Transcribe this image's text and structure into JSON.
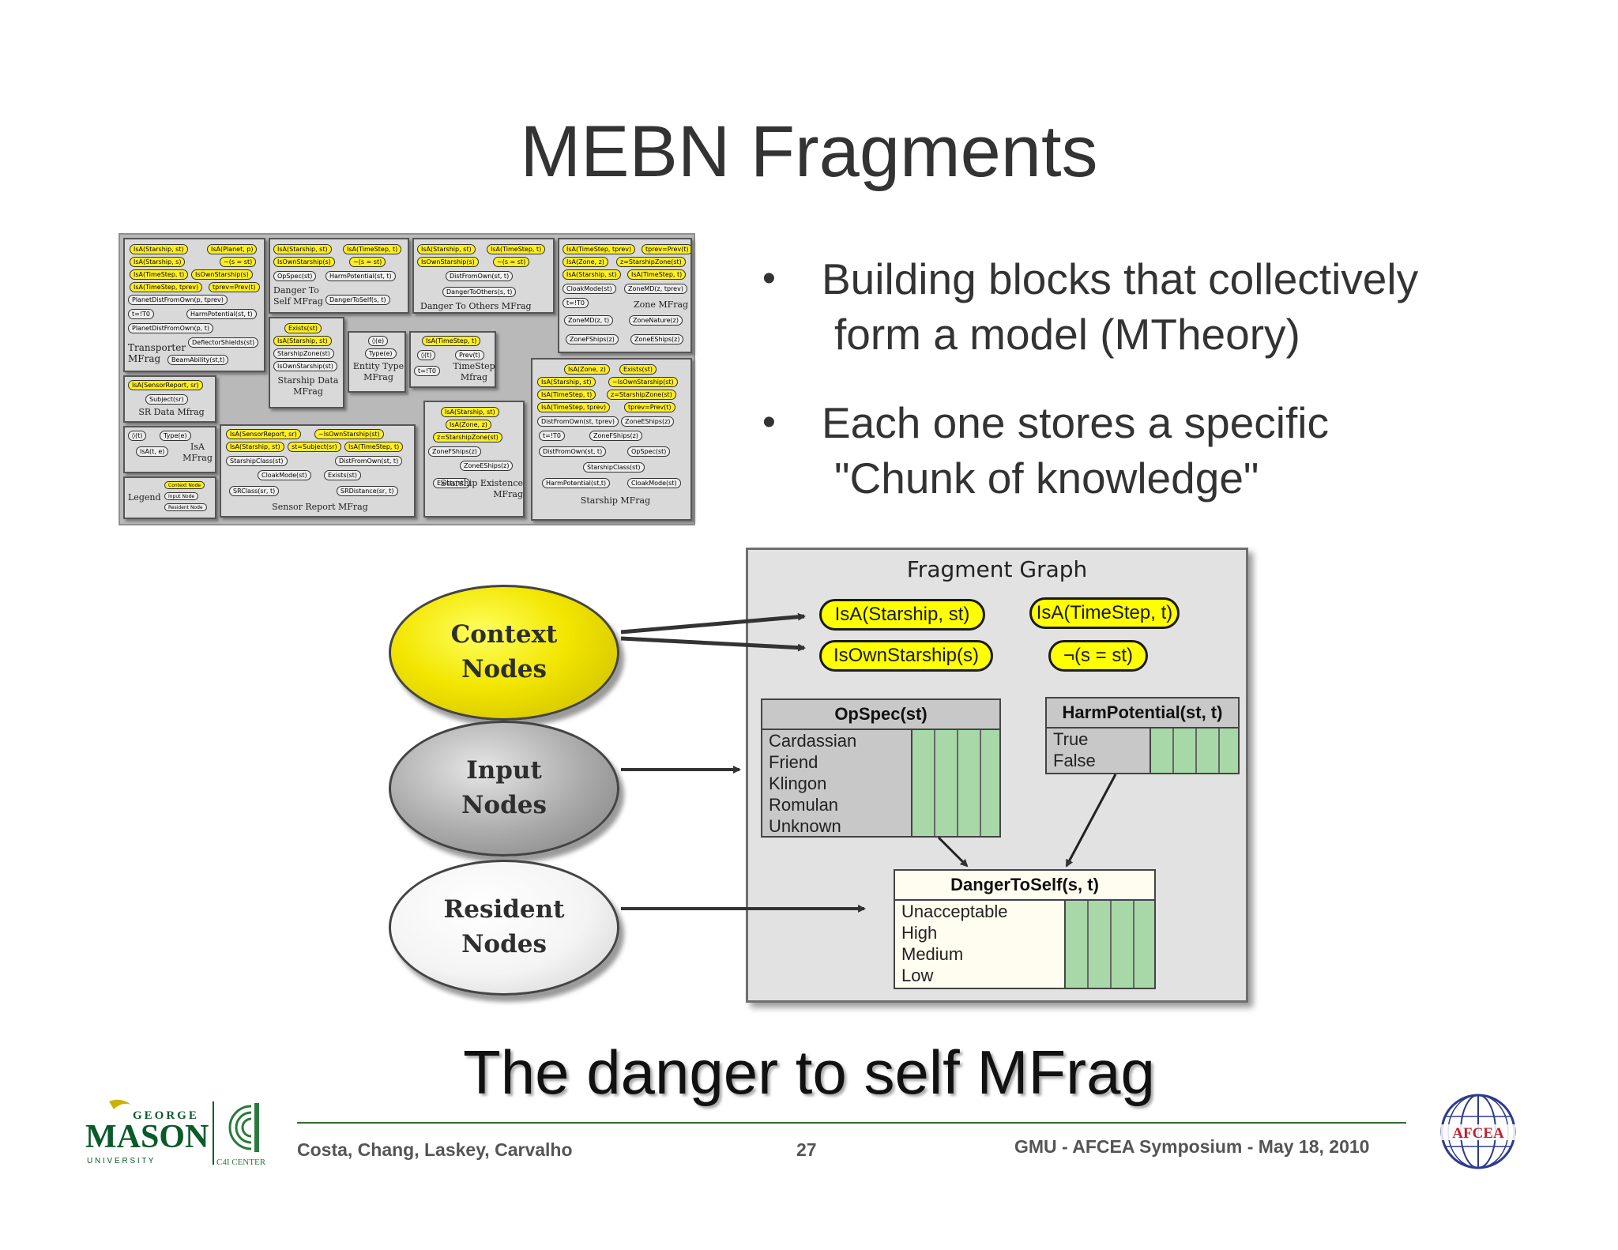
{
  "title": "MEBN Fragments",
  "bullets": [
    {
      "line1": "Building blocks that collectively",
      "line2": "form a model (MTheory)"
    },
    {
      "line1": "Each one stores a specific",
      "line2": "\"Chunk of knowledge\""
    }
  ],
  "thumbnail": {
    "fragments": [
      {
        "label": "Transporter MFrag",
        "nodes": [
          "IsA(Starship, st)",
          "IsA(Planet, p)",
          "IsA(Starship, s)",
          "~(s = st)",
          "IsA(TimeStep, t)",
          "IsOwnStarship(s)",
          "IsA(TimeStep, tprev)",
          "tprev=Prev(t)",
          "PlanetDistFromOwn(p, tprev)",
          "t=!T0",
          "HarmPotential(st, t)",
          "PlanetDistFromOwn(p, t)",
          "DeflectorShields(st)",
          "BeamAbility(st,t)"
        ]
      },
      {
        "label": "Danger To Self MFrag",
        "nodes": [
          "IsA(Starship, st)",
          "IsA(TimeStep, t)",
          "IsOwnStarship(s)",
          "~(s = st)",
          "OpSpec(st)",
          "HarmPotential(st, t)",
          "DangerToSelf(s, t)"
        ]
      },
      {
        "label": "Danger To Others MFrag",
        "nodes": [
          "IsA(Starship, st)",
          "IsA(TimeStep, t)",
          "IsOwnStarship(s)",
          "~(s = st)",
          "DistFromOwn(st, t)",
          "DangerToOthers(s, t)"
        ]
      },
      {
        "label": "Zone MFrag",
        "nodes": [
          "IsA(TimeStep, tprev)",
          "tprev=Prev(t)",
          "IsA(Zone, z)",
          "z=StarshipZone(st)",
          "IsA(Starship, st)",
          "IsA(TimeStep, t)",
          "CloakMode(st)",
          "ZoneMD(z, tprev)",
          "t=!T0",
          "ZoneMD(z, t)",
          "ZoneNature(z)",
          "ZoneFShips(z)",
          "ZoneEShips(z)"
        ]
      },
      {
        "label": "Starship Data MFrag",
        "nodes": [
          "Exists(st)",
          "IsA(Starship, st)",
          "StarshipZone(st)",
          "IsOwnStarship(st)"
        ]
      },
      {
        "label": "Entity Type MFrag",
        "nodes": [
          "◊(e)",
          "Type(e)"
        ]
      },
      {
        "label": "TimeStep Mfrag",
        "nodes": [
          "IsA(TimeStep, t)",
          "◊(t)",
          "Prev(t)",
          "t=!T0"
        ]
      },
      {
        "label": "Starship MFrag",
        "nodes": [
          "IsA(Zone, z)",
          "Exists(st)",
          "IsA(Starship, st)",
          "~IsOwnStarship(st)",
          "IsA(TimeStep, t)",
          "z=StarshipZone(st)",
          "IsA(TimeStep, tprev)",
          "tprev=Prev(t)",
          "DistFromOwn(st, tprev)",
          "ZoneEShips(z)",
          "t=!T0",
          "ZoneFShips(z)",
          "DistFromOwn(st, t)",
          "OpSpec(st)",
          "StarshipClass(st)",
          "HarmPotential(st,t)",
          "CloakMode(st)"
        ]
      },
      {
        "label": "SR Data Mfrag",
        "nodes": [
          "IsA(SensorReport, sr)",
          "Subject(sr)"
        ]
      },
      {
        "label": "IsA MFrag",
        "nodes": [
          "◊(t)",
          "Type(e)",
          "IsA(t, e)"
        ]
      },
      {
        "label": "Sensor Report MFrag",
        "nodes": [
          "IsA(SensorReport, sr)",
          "~IsOwnStarship(st)",
          "IsA(Starship, st)",
          "st=Subject(sr)",
          "IsA(TimeStep, t)",
          "StarshipClass(st)",
          "DistFromOwn(st, t)",
          "CloakMode(st)",
          "Exists(st)",
          "SRClass(sr, t)",
          "SRDistance(sr, t)"
        ]
      },
      {
        "label": "Starship Existence MFrag",
        "nodes": [
          "IsA(Starship, st)",
          "IsA(Zone, z)",
          "z=StarshipZone(st)",
          "ZoneFShips(z)",
          "ZoneEShips(z)",
          "Exists(st)"
        ]
      },
      {
        "label": "Legend",
        "nodes": [
          "Context Node",
          "Input Node",
          "Resident Node"
        ]
      }
    ]
  },
  "legend_nodes": {
    "context": {
      "line1": "Context",
      "line2": "Nodes",
      "color": "#f2e600"
    },
    "input": {
      "line1": "Input",
      "line2": "Nodes",
      "color": "#a9a9a9"
    },
    "resident": {
      "line1": "Resident",
      "line2": "Nodes",
      "color": "#f4f4f4"
    }
  },
  "fragment_graph": {
    "title": "Fragment Graph",
    "context_nodes": [
      "IsA(Starship, st)",
      "IsA(TimeStep, t)",
      "IsOwnStarship(s)",
      "¬(s = st)"
    ],
    "opspec": {
      "name": "OpSpec(st)",
      "states": [
        "Cardassian",
        "Friend",
        "Klingon",
        "Romulan",
        "Unknown"
      ]
    },
    "harm": {
      "name": "HarmPotential(st, t)",
      "states": [
        "True",
        "False"
      ]
    },
    "danger": {
      "name": "DangerToSelf(s, t)",
      "states": [
        "Unacceptable",
        "High",
        "Medium",
        "Low"
      ]
    }
  },
  "subtitle": "The danger to self MFrag",
  "footer": {
    "authors": "Costa, Chang, Laskey, Carvalho",
    "page": "27",
    "event": "GMU - AFCEA Symposium - May 18, 2010"
  },
  "logos": {
    "gmu_top": "GEORGE",
    "gmu_main": "MASON",
    "gmu_sub": "U N I V E R S I T Y",
    "c4i": "C4I CENTER",
    "afcea": "AFCEA"
  },
  "colors": {
    "context_yellow": "#ffff00",
    "table_green": "#a8d8a8",
    "footer_line": "#2f6f2f"
  }
}
